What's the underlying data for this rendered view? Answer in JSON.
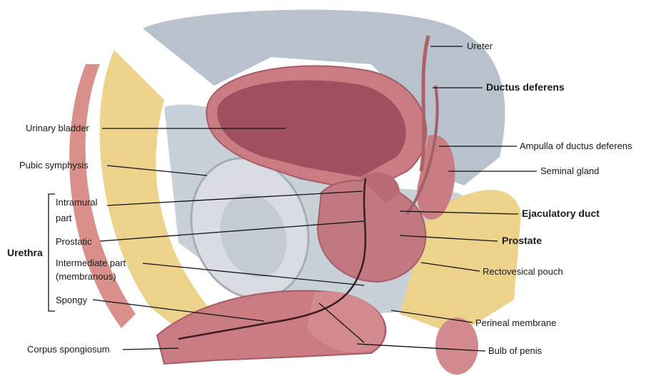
{
  "labels": {
    "ureter": "Ureter",
    "ductus_deferens": "Ductus deferens",
    "ampulla": "Ampulla of ductus deferens",
    "seminal_gland": "Seminal gland",
    "ejaculatory_duct": "Ejaculatory duct",
    "prostate": "Prostate",
    "rectovesical_pouch": "Rectovesical pouch",
    "perineal_membrane": "Perineal membrane",
    "bulb_of_penis": "Bulb of penis",
    "urinary_bladder": "Urinary bladder",
    "pubic_symphysis": "Pubic symphysis",
    "urethra": "Urethra",
    "intramural_1": "Intramural",
    "intramural_2": "part",
    "prostatic": "Prostatic",
    "intermediate_1": "Intermediate part",
    "intermediate_2": "(membranous)",
    "spongy": "Spongy",
    "corpus_spongiosum": "Corpus spongiosum"
  },
  "colors": {
    "bladder_wall": "#c97c82",
    "bladder_lumen": "#9e4f60",
    "prostate": "#c27880",
    "bone": "#d9dde3",
    "fat": "#ecd28a",
    "peritoneum": "#b9c4cf",
    "leader_line": "#111111"
  }
}
